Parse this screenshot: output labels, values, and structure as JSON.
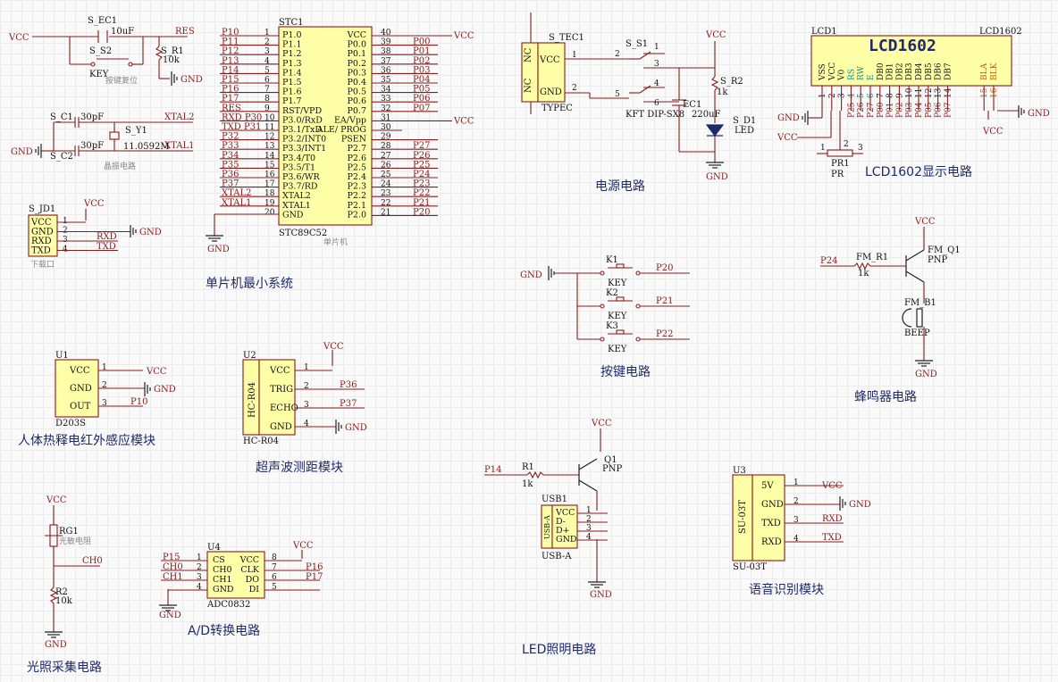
{
  "power_net": "VCC",
  "ground_net": "GND",
  "reset": {
    "cap_ref": "S_EC1",
    "cap_val": "10uF",
    "sw_ref": "S_S2",
    "sw_name": "KEY",
    "sw_note": "按键复位",
    "res_ref": "S_R1",
    "res_val": "10k",
    "net": "RES"
  },
  "crystal": {
    "c1_ref": "S_C1",
    "c1_val": "30pF",
    "c2_ref": "S_C2",
    "c2_val": "30pF",
    "y_ref": "S_Y1",
    "y_val": "11.0592M",
    "net1": "XTAL2",
    "net2": "XTAL1",
    "note": "晶振电路"
  },
  "download": {
    "ref": "S_JD1",
    "pins": [
      "VCC",
      "GND",
      "RXD",
      "TXD"
    ],
    "nums": [
      "1",
      "2",
      "3",
      "4"
    ],
    "nets": [
      "VCC",
      "GND",
      "RXD",
      "TXD"
    ],
    "note": "下载口"
  },
  "mcu": {
    "ref": "STC1",
    "part": "STC89C52",
    "note": "单片机",
    "left_nets": [
      "P10",
      "P11",
      "P12",
      "P13",
      "P14",
      "P15",
      "P16",
      "P17",
      "RES",
      "RXD P30",
      "TXD P31",
      "P32",
      "P33",
      "P34",
      "P35",
      "P36",
      "P37",
      "XTAL2",
      "XTAL1",
      ""
    ],
    "left_pins": [
      "P1.0",
      "P1.1",
      "P1.2",
      "P1.3",
      "P1.4",
      "P1.5",
      "P1.6",
      "P1.7",
      "RST/VPD",
      "P3.0/RxD",
      "P3.1/TxD",
      "P3.2/INT0",
      "P3.3/INT1",
      "P3.4/T0",
      "P3.5/T1",
      "P3.6/WR",
      "P3.7/RD",
      "XTAL2",
      "XTAL1",
      "GND"
    ],
    "left_nums": [
      "1",
      "2",
      "3",
      "4",
      "5",
      "6",
      "7",
      "8",
      "9",
      "10",
      "11",
      "12",
      "13",
      "14",
      "15",
      "16",
      "17",
      "18",
      "19",
      "20"
    ],
    "right_pins": [
      "VCC",
      "P0.0",
      "P0.1",
      "P0.2",
      "P0.3",
      "P0.4",
      "P0.5",
      "P0.6",
      "P0.7",
      "EA/Vpp",
      "ALE/ PROG",
      "PSEN",
      "P2.7",
      "P2.6",
      "P2.5",
      "P2.4",
      "P2.3",
      "P2.2",
      "P2.1",
      "P2.0"
    ],
    "right_nums": [
      "40",
      "39",
      "38",
      "37",
      "36",
      "35",
      "34",
      "33",
      "32",
      "31",
      "30",
      "29",
      "28",
      "27",
      "26",
      "25",
      "24",
      "23",
      "22",
      "21"
    ],
    "right_nets": [
      "VCC",
      "P00",
      "P01",
      "P02",
      "P03",
      "P04",
      "P05",
      "P06",
      "P07",
      "VCC",
      "",
      "",
      "P27",
      "P26",
      "P25",
      "P24",
      "P23",
      "P22",
      "P21",
      "P20"
    ]
  },
  "power": {
    "ref": "S_TEC1",
    "type": "TYPEC",
    "pins": [
      "VCC",
      "GND"
    ],
    "nc": "NC",
    "nums": [
      "1",
      "2"
    ],
    "sw_ref": "S_S1",
    "sw_part": "KFT DIP-SX8",
    "sw_nums": [
      "1",
      "2",
      "3",
      "4",
      "5",
      "6"
    ],
    "cap_ref": "EC1",
    "cap_val": "220uF",
    "res_ref": "S_R2",
    "res_val": "1k",
    "led_ref": "S_D1",
    "led_name": "LED"
  },
  "lcd": {
    "ref": "LCD1",
    "part": "LCD1602",
    "title": "LCD1602",
    "pins": [
      "VSS",
      "VCC",
      "V0",
      "RS",
      "RW",
      "E",
      "DB0",
      "DB1",
      "DB2",
      "DB3",
      "DB4",
      "DB5",
      "DB6",
      "DB7",
      "BLA",
      "BLK"
    ],
    "nums": [
      "1",
      "2",
      "3",
      "4",
      "5",
      "6",
      "7",
      "8",
      "9",
      "10",
      "11",
      "12",
      "13",
      "14",
      "15",
      "16"
    ],
    "nets": [
      "P25",
      "P26",
      "P27",
      "P00",
      "P01",
      "P02",
      "P03",
      "P04",
      "P05",
      "P06",
      "P07"
    ],
    "pot_ref": "PR1",
    "pot_name": "PR",
    "pot_nums": [
      "1",
      "2",
      "3"
    ]
  },
  "keys": {
    "items": [
      {
        "ref": "K1",
        "name": "KEY",
        "net": "P20"
      },
      {
        "ref": "K2",
        "name": "KEY",
        "net": "P21"
      },
      {
        "ref": "K3",
        "name": "KEY",
        "net": "P22"
      }
    ]
  },
  "buzzer": {
    "in_net": "P24",
    "res_ref": "FM_R1",
    "res_val": "1k",
    "q_ref": "FM_Q1",
    "q_type": "PNP",
    "b_ref": "FM_B1",
    "b_name": "BEEP"
  },
  "pir": {
    "ref": "U1",
    "part": "D203S",
    "pins": [
      "VCC",
      "GND",
      "OUT"
    ],
    "nums": [
      "1",
      "2",
      "3"
    ],
    "nets": [
      "VCC",
      "GND",
      "P10"
    ]
  },
  "ultra": {
    "ref": "U2",
    "part": "HC-R04",
    "body": "HC-R04",
    "pins": [
      "VCC",
      "TRIG",
      "ECHO",
      "GND"
    ],
    "nums": [
      "1",
      "2",
      "3",
      "4"
    ],
    "nets": [
      "VCC",
      "P36",
      "P37",
      "GND"
    ]
  },
  "led_light": {
    "in_net": "P14",
    "res_ref": "R1",
    "res_val": "1k",
    "q_ref": "Q1",
    "q_type": "PNP",
    "usb_ref": "USB1",
    "usb_part": "USB-A",
    "usb_body": "USB-A",
    "pins": [
      "VCC",
      "D-",
      "D+",
      "GND"
    ],
    "nums": [
      "1",
      "2",
      "3",
      "4"
    ]
  },
  "voice": {
    "ref": "U3",
    "part": "SU-03T",
    "body": "SU-03T",
    "pins": [
      "5V",
      "GND",
      "TXD",
      "RXD"
    ],
    "nums": [
      "1",
      "2",
      "3",
      "4"
    ],
    "nets": [
      "VCC",
      "GND",
      "RXD",
      "TXD"
    ]
  },
  "light": {
    "rg_ref": "RG1",
    "rg_note": "光敏电阻",
    "r_ref": "R2",
    "r_val": "10k",
    "net": "CH0"
  },
  "adc": {
    "ref": "U4",
    "part": "ADC0832",
    "left_pins": [
      "CS",
      "CH0",
      "CH1",
      "GND"
    ],
    "left_nums": [
      "1",
      "2",
      "3",
      "4"
    ],
    "left_nets": [
      "P15",
      "CH0",
      "CH1",
      ""
    ],
    "right_pins": [
      "VCC",
      "CLK",
      "DO",
      "DI"
    ],
    "right_nums": [
      "8",
      "7",
      "6",
      "5"
    ],
    "right_nets": [
      "VCC",
      "P16",
      "P17",
      ""
    ]
  },
  "captions": {
    "mcu": "单片机最小系统",
    "power": "电源电路",
    "lcd": "LCD1602显示电路",
    "keys": "按键电路",
    "buzzer": "蜂鸣器电路",
    "pir": "人体热释电红外感应模块",
    "ultra": "超声波测距模块",
    "led": "LED照明电路",
    "voice": "语音识别模块",
    "light": "光照采集电路",
    "adc": "A/D转换电路"
  }
}
